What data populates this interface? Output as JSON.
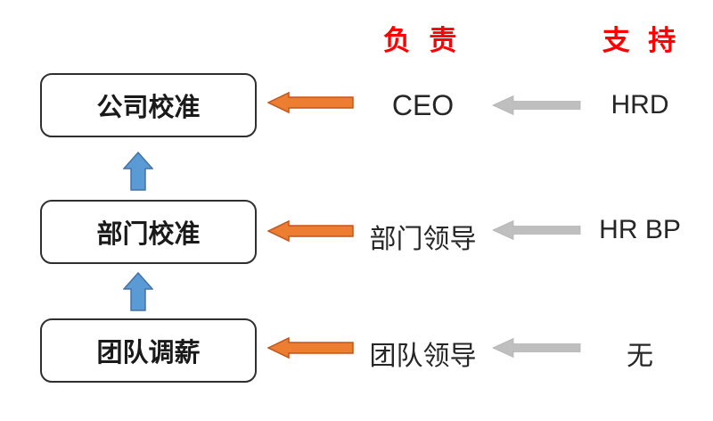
{
  "headers": {
    "responsible": "负 责",
    "support": "支 持"
  },
  "rows": [
    {
      "stage": "公司校准",
      "responsible": "CEO",
      "support": "HRD"
    },
    {
      "stage": "部门校准",
      "responsible": "部门领导",
      "support": "HR BP"
    },
    {
      "stage": "团队调薪",
      "responsible": "团队领导",
      "support": "无"
    }
  ],
  "icons": {
    "up_arrow": "blue-up-arrow",
    "responsible_arrow": "orange-left-arrow",
    "support_arrow": "gray-left-arrow"
  },
  "colors": {
    "header_red": "#FF0000",
    "orange": "#ED7D31",
    "blue": "#5B9BD5",
    "gray": "#BFBFBF",
    "box_border": "#2F2F2F"
  }
}
